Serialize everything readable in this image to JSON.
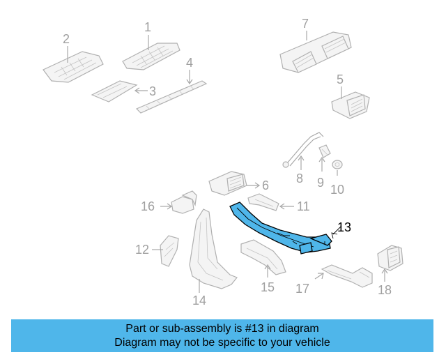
{
  "diagram": {
    "highlight_color": "#4fb6ea",
    "part_color": "#b0b0b0",
    "labels": {
      "p1": "1",
      "p2": "2",
      "p3": "3",
      "p4": "4",
      "p5": "5",
      "p6": "6",
      "p7": "7",
      "p8": "8",
      "p9": "9",
      "p10": "10",
      "p11": "11",
      "p12": "12",
      "p13": "13",
      "p14": "14",
      "p15": "15",
      "p16": "16",
      "p17": "17",
      "p18": "18"
    }
  },
  "caption": {
    "line1": "Part or sub-assembly is #13 in diagram",
    "line2": "Diagram may not be specific to your vehicle"
  }
}
